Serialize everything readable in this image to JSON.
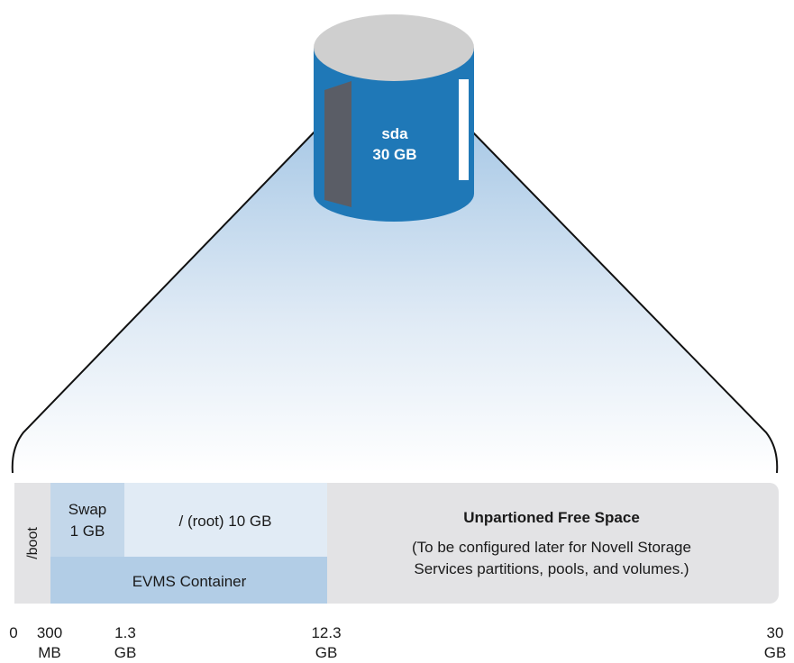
{
  "disk": {
    "name": "sda",
    "size": "30 GB"
  },
  "partitions": {
    "boot": {
      "label": "/boot"
    },
    "swap": {
      "line1": "Swap",
      "line2": "1 GB"
    },
    "root": {
      "label": "/ (root) 10 GB"
    },
    "evms": {
      "label": "EVMS Container"
    },
    "free": {
      "title": "Unpartioned Free Space",
      "desc_line1": "(To be configured later for Novell Storage",
      "desc_line2": "Services partitions, pools, and volumes.)"
    }
  },
  "scale_marks": [
    {
      "line1": "0",
      "line2": ""
    },
    {
      "line1": "300",
      "line2": "MB"
    },
    {
      "line1": "1.3",
      "line2": "GB"
    },
    {
      "line1": "12.3",
      "line2": "GB"
    },
    {
      "line1": "30",
      "line2": "GB"
    }
  ],
  "colors": {
    "disk_body": "#1f78b7",
    "disk_top": "#cfcfcf",
    "disk_panel": "#5a5d66",
    "boot_bg": "#e3e3e5",
    "swap_bg": "#c3d7ea",
    "root_bg": "#e1ebf5",
    "evms_bg": "#b2cde6",
    "free_bg": "#e3e3e5"
  }
}
